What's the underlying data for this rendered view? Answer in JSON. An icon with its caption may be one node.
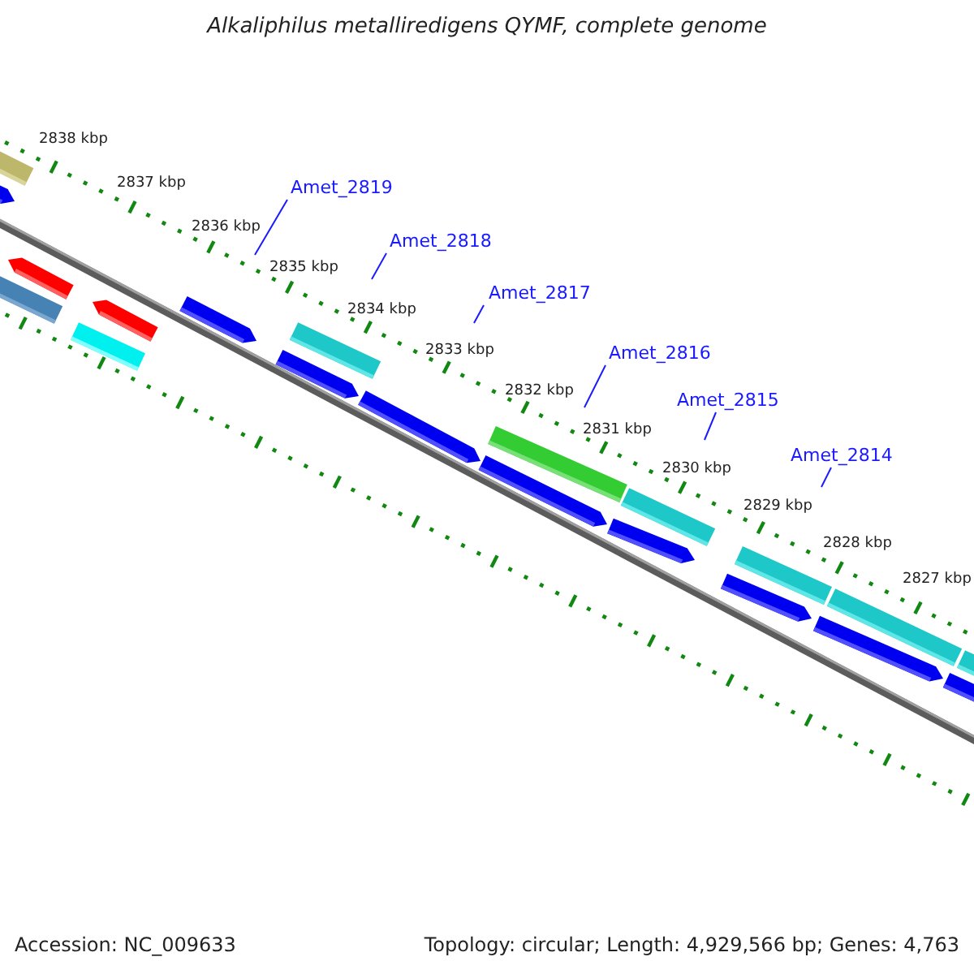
{
  "diagram": {
    "title": "Alkaliphilus metalliredigens QYMF, complete genome",
    "nodes": [
      {
        "text": [
          "Amet_2819"
        ]
      },
      {
        "text": [
          "Amet_2818"
        ]
      },
      {
        "text": [
          "Amet_2817"
        ]
      },
      {
        "text": [
          "Amet_2816"
        ]
      },
      {
        "text": [
          "Amet_2815"
        ]
      },
      {
        "text": [
          "Amet_2814"
        ]
      }
    ],
    "edges": [
      {
        "from": 0,
        "to": null,
        "arrow": "none"
      },
      {
        "from": 1,
        "to": null,
        "arrow": "none"
      },
      {
        "from": 2,
        "to": null,
        "arrow": "none"
      },
      {
        "from": 3,
        "to": null,
        "arrow": "none"
      },
      {
        "from": 4,
        "to": null,
        "arrow": "none"
      },
      {
        "from": 5,
        "to": null,
        "arrow": "none"
      }
    ],
    "labels": [
      "2838 kbp",
      "2837 kbp",
      "2836 kbp",
      "2835 kbp",
      "2834 kbp",
      "2833 kbp",
      "2832 kbp",
      "2831 kbp",
      "2830 kbp",
      "2829 kbp",
      "2828 kbp",
      "2827 kbp",
      "Accession: NC_009633",
      "Topology: circular; Length: 4,929,566 bp; Genes: 4,763"
    ]
  }
}
